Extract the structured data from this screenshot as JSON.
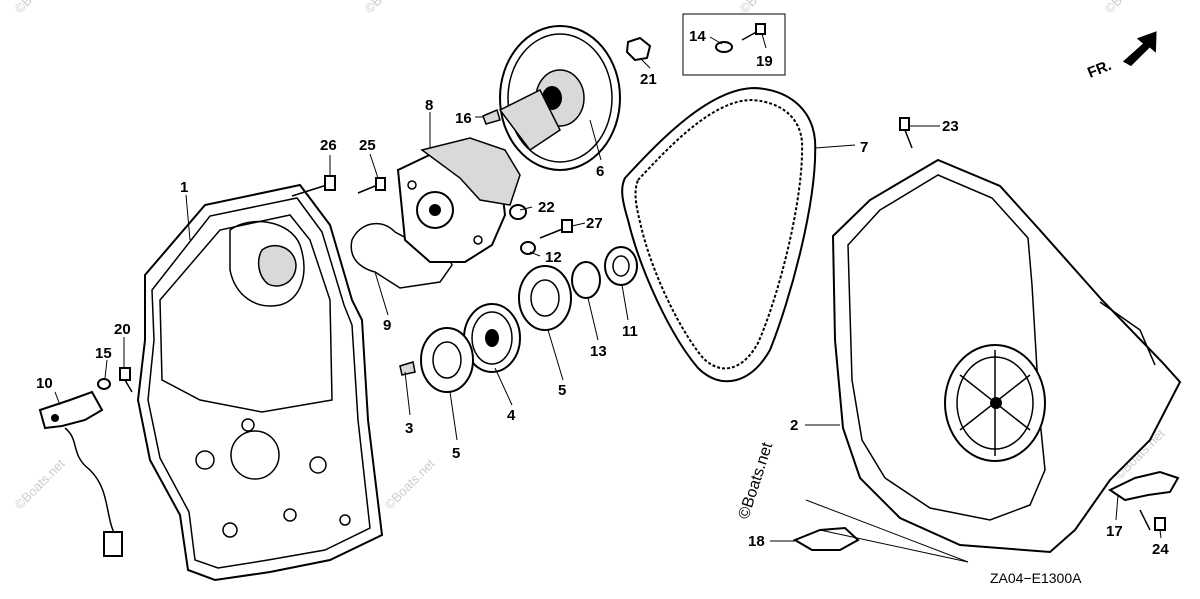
{
  "diagram": {
    "code": "ZA04−E1300A",
    "direction_label": "FR.",
    "watermark": "©Boats.net",
    "callouts": [
      {
        "id": "c1",
        "text": "1"
      },
      {
        "id": "c2",
        "text": "2"
      },
      {
        "id": "c3",
        "text": "3"
      },
      {
        "id": "c4",
        "text": "4"
      },
      {
        "id": "c5a",
        "text": "5"
      },
      {
        "id": "c5b",
        "text": "5"
      },
      {
        "id": "c6",
        "text": "6"
      },
      {
        "id": "c7",
        "text": "7"
      },
      {
        "id": "c8",
        "text": "8"
      },
      {
        "id": "c9",
        "text": "9"
      },
      {
        "id": "c10",
        "text": "10"
      },
      {
        "id": "c11",
        "text": "11"
      },
      {
        "id": "c12",
        "text": "12"
      },
      {
        "id": "c13",
        "text": "13"
      },
      {
        "id": "c14",
        "text": "14"
      },
      {
        "id": "c15",
        "text": "15"
      },
      {
        "id": "c16",
        "text": "16"
      },
      {
        "id": "c17",
        "text": "17"
      },
      {
        "id": "c18",
        "text": "18"
      },
      {
        "id": "c19",
        "text": "19"
      },
      {
        "id": "c20",
        "text": "20"
      },
      {
        "id": "c21",
        "text": "21"
      },
      {
        "id": "c22",
        "text": "22"
      },
      {
        "id": "c23",
        "text": "23"
      },
      {
        "id": "c24",
        "text": "24"
      },
      {
        "id": "c25",
        "text": "25"
      },
      {
        "id": "c26",
        "text": "26"
      },
      {
        "id": "c27",
        "text": "27"
      }
    ]
  }
}
